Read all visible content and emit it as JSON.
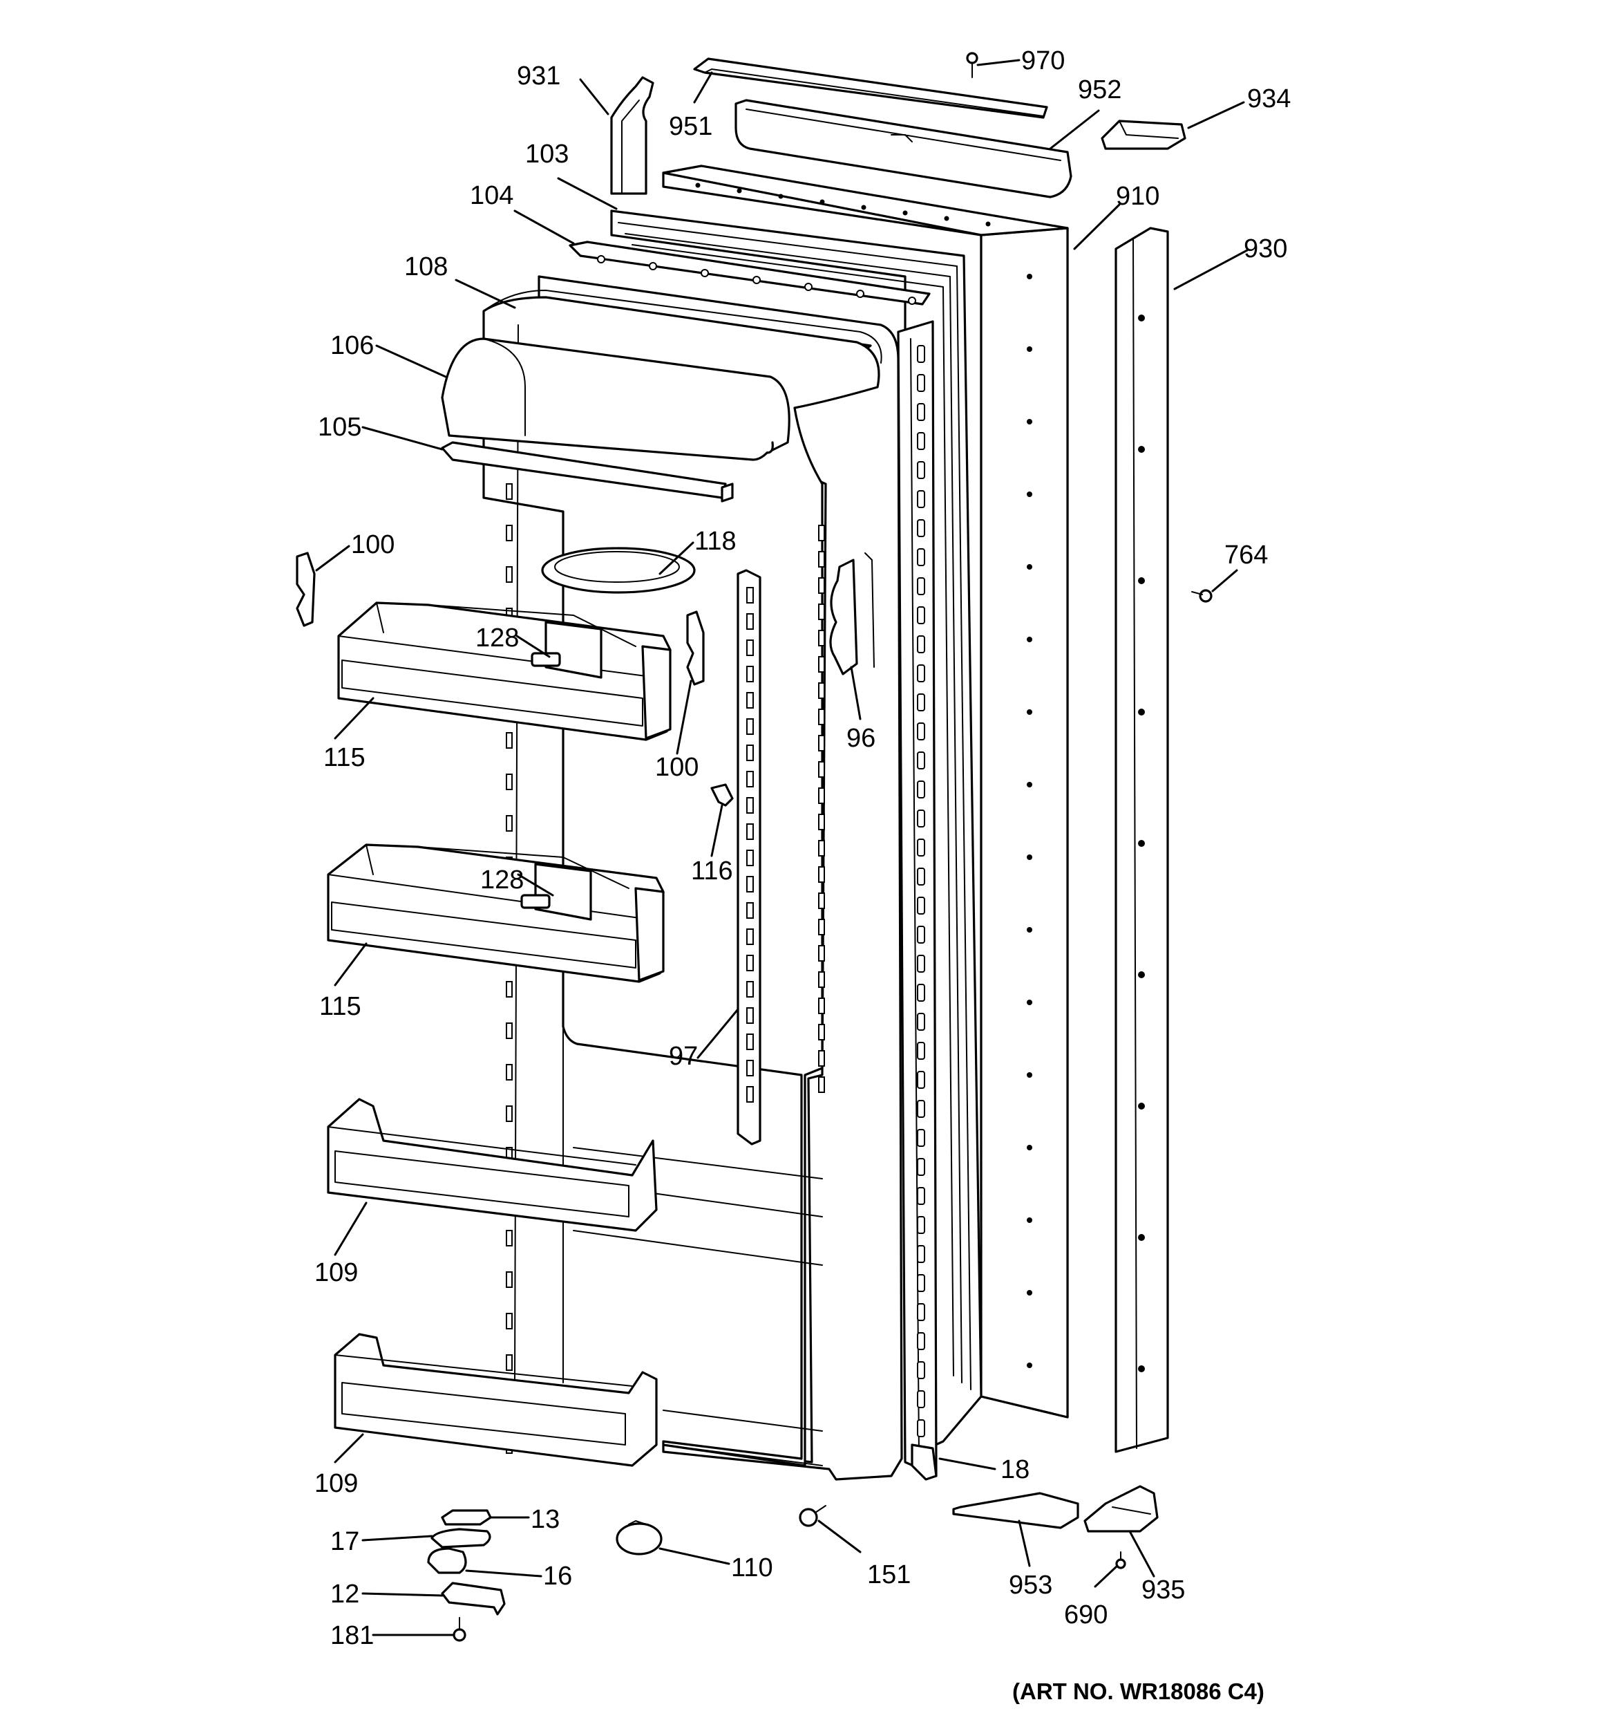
{
  "diagram": {
    "art_number": "(ART NO. WR18086 C4)",
    "callouts": {
      "c931": "931",
      "c951": "951",
      "c970": "970",
      "c952": "952",
      "c934": "934",
      "c103": "103",
      "c104": "104",
      "c910": "910",
      "c930": "930",
      "c108": "108",
      "c106": "106",
      "c105": "105",
      "c100a": "100",
      "c118": "118",
      "c128a": "128",
      "c764": "764",
      "c115a": "115",
      "c100b": "100",
      "c96": "96",
      "c116": "116",
      "c128b": "128",
      "c115b": "115",
      "c97": "97",
      "c109a": "109",
      "c109b": "109",
      "c18": "18",
      "c13": "13",
      "c17": "17",
      "c110": "110",
      "c16": "16",
      "c151": "151",
      "c953": "953",
      "c935": "935",
      "c12": "12",
      "c690": "690",
      "c181": "181"
    }
  }
}
